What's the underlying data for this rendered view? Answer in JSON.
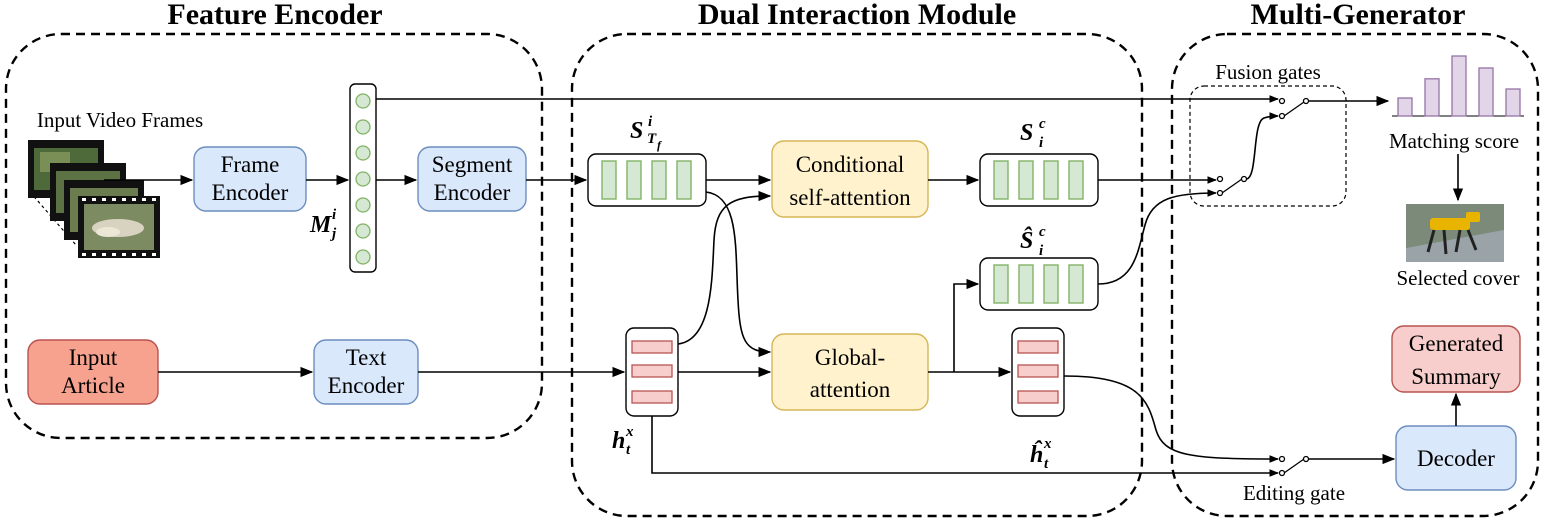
{
  "sections": {
    "feature_encoder": "Feature Encoder",
    "dual_interaction": "Dual Interaction Module",
    "multi_generator": "Multi-Generator"
  },
  "inputs": {
    "video_frames": "Input Video Frames",
    "article_line1": "Input",
    "article_line2": "Article"
  },
  "blocks": {
    "frame_encoder_line1": "Frame",
    "frame_encoder_line2": "Encoder",
    "segment_encoder_line1": "Segment",
    "segment_encoder_line2": "Encoder",
    "text_encoder_line1": "Text",
    "text_encoder_line2": "Encoder",
    "cond_attn_line1": "Conditional",
    "cond_attn_line2": "self-attention",
    "global_attn_line1": "Global-",
    "global_attn_line2": "attention",
    "decoder": "Decoder",
    "summary_line1": "Generated",
    "summary_line2": "Summary"
  },
  "variables": {
    "M": "M",
    "M_sub": "j",
    "M_sup": "i",
    "S": "S",
    "S_sub": "T",
    "S_subsub": "f",
    "S_sup": "i",
    "Sc": "S",
    "Sc_sub": "i",
    "Sc_sup": "c",
    "Shat": "Ŝ",
    "Shat_sub": "i",
    "Shat_sup": "c",
    "h": "h",
    "h_sub": "t",
    "h_sup": "x",
    "hhat": "ĥ",
    "hhat_sub": "t",
    "hhat_sup": "x"
  },
  "gates": {
    "fusion": "Fusion gates",
    "editing": "Editing gate"
  },
  "outputs": {
    "matching_score": "Matching score",
    "selected_cover": "Selected cover"
  },
  "colors": {
    "blue_fill": "#dae8fc",
    "blue_stroke": "#6c8ebf",
    "orange_fill": "#fff2cc",
    "orange_stroke": "#d6b656",
    "red_fill": "#f8cecc",
    "red_stroke": "#b85450",
    "input_fill": "#f6a28f",
    "green_fill": "#d5e8d4",
    "green_stroke": "#82b366",
    "bar_fill": "#e1d5e7",
    "bar_stroke": "#9673a6"
  },
  "matching_bars": [
    0.3,
    0.62,
    1.0,
    0.8,
    0.45
  ]
}
